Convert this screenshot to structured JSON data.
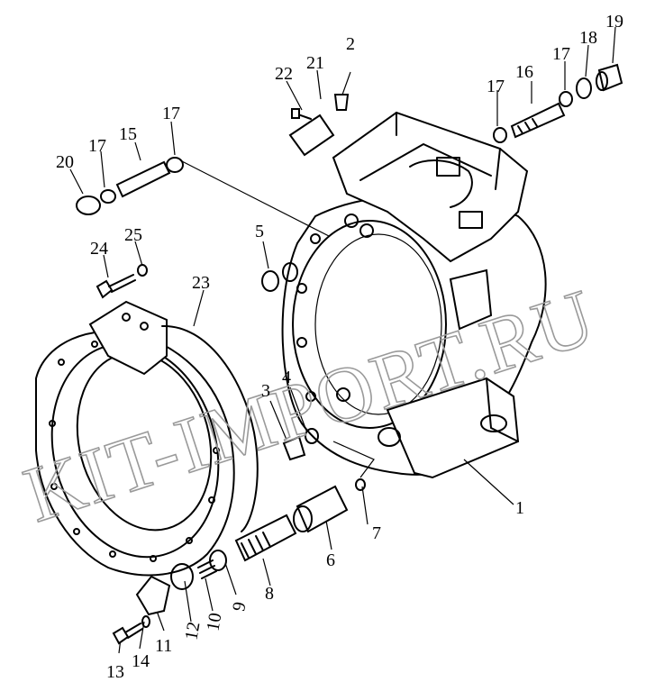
{
  "watermark": "KIT-IMPORT.RU",
  "callouts": [
    {
      "id": "1",
      "label": "1"
    },
    {
      "id": "2",
      "label": "2"
    },
    {
      "id": "3",
      "label": "3"
    },
    {
      "id": "4",
      "label": "4"
    },
    {
      "id": "5",
      "label": "5"
    },
    {
      "id": "6",
      "label": "6"
    },
    {
      "id": "7",
      "label": "7"
    },
    {
      "id": "8",
      "label": "8"
    },
    {
      "id": "9",
      "label": "9"
    },
    {
      "id": "10",
      "label": "10"
    },
    {
      "id": "11",
      "label": "11"
    },
    {
      "id": "12",
      "label": "12"
    },
    {
      "id": "13",
      "label": "13"
    },
    {
      "id": "14",
      "label": "14"
    },
    {
      "id": "15",
      "label": "15"
    },
    {
      "id": "16",
      "label": "16"
    },
    {
      "id": "17a",
      "label": "17"
    },
    {
      "id": "17b",
      "label": "17"
    },
    {
      "id": "17c",
      "label": "17"
    },
    {
      "id": "17d",
      "label": "17"
    },
    {
      "id": "18",
      "label": "18"
    },
    {
      "id": "19",
      "label": "19"
    },
    {
      "id": "20",
      "label": "20"
    },
    {
      "id": "21",
      "label": "21"
    },
    {
      "id": "22",
      "label": "22"
    },
    {
      "id": "23",
      "label": "23"
    },
    {
      "id": "24",
      "label": "24"
    },
    {
      "id": "25",
      "label": "25"
    }
  ]
}
